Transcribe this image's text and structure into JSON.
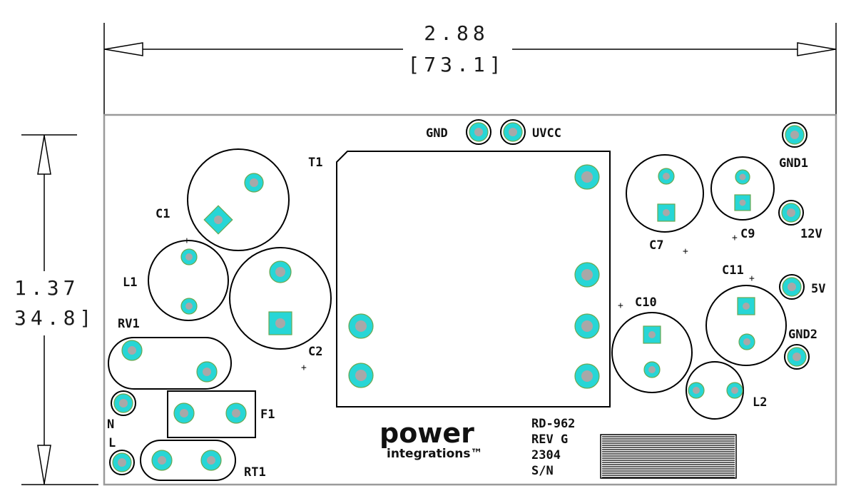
{
  "dimensions": {
    "width_in": "2.88",
    "width_mm": "[73.1]",
    "height_in": "1.37",
    "height_mm": "34.8]"
  },
  "connectors": {
    "gnd": "GND",
    "uvcc": "UVCC",
    "gnd1": "GND1",
    "v12": "12V",
    "v5": "5V",
    "gnd2": "GND2",
    "n": "N",
    "l": "L"
  },
  "components": {
    "t1": "T1",
    "c1": "C1",
    "l1": "L1",
    "c2": "C2",
    "rv1": "RV1",
    "f1": "F1",
    "rt1": "RT1",
    "c7": "C7",
    "c9": "C9",
    "c10": "C10",
    "c11": "C11",
    "l2": "L2"
  },
  "polarity": "+",
  "logo": {
    "line1": "power",
    "line2": "integrations™"
  },
  "board_info": {
    "design": "RD-962",
    "revision": "REV G",
    "date_code": "2304",
    "serial": "S/N"
  },
  "colors": {
    "pad_fill": "#27d6d6",
    "pad_hole": "#a8a8a8",
    "board_outline": "#9a9a9a"
  }
}
